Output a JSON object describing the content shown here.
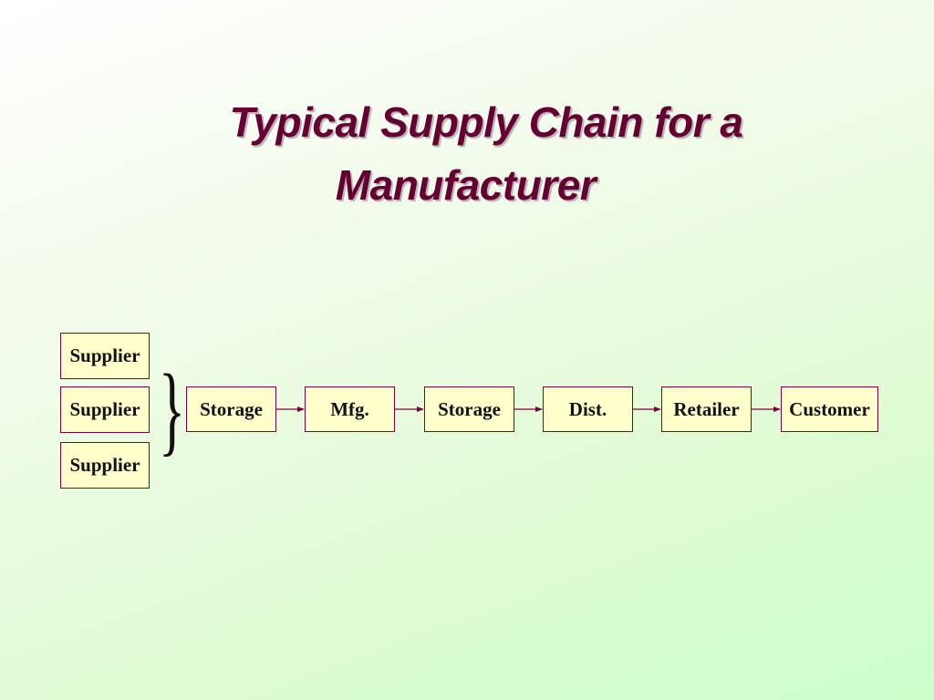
{
  "title": {
    "line1": "Typical Supply Chain for a",
    "line2": "Manufacturer"
  },
  "suppliers": [
    {
      "label": "Supplier"
    },
    {
      "label": "Supplier"
    },
    {
      "label": "Supplier"
    }
  ],
  "brace_glyph": "}",
  "chain": [
    {
      "label": "Storage"
    },
    {
      "label": "Mfg."
    },
    {
      "label": "Storage"
    },
    {
      "label": "Dist."
    },
    {
      "label": "Retailer"
    },
    {
      "label": "Customer"
    }
  ],
  "colors": {
    "title": "#660033",
    "box_fill": "#ffffcc",
    "box_border": "#800040",
    "arrow": "#800040"
  }
}
